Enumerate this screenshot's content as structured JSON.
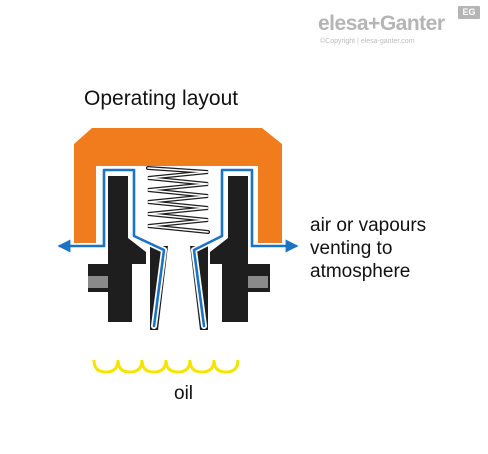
{
  "brand": {
    "logo_text": "elesa+Ganter",
    "badge": "EG",
    "copyright": "©Copyright | elesa-ganter.com"
  },
  "diagram": {
    "title": "Operating layout",
    "venting_lines": [
      "air or vapours",
      "venting to",
      "atmosphere"
    ],
    "oil_label": "oil"
  },
  "colors": {
    "cap": "#f07c1e",
    "flow": "#1b73c4",
    "body": "#1e1e1e",
    "gasket": "#8a8a8a",
    "oil": "#f5e400"
  }
}
